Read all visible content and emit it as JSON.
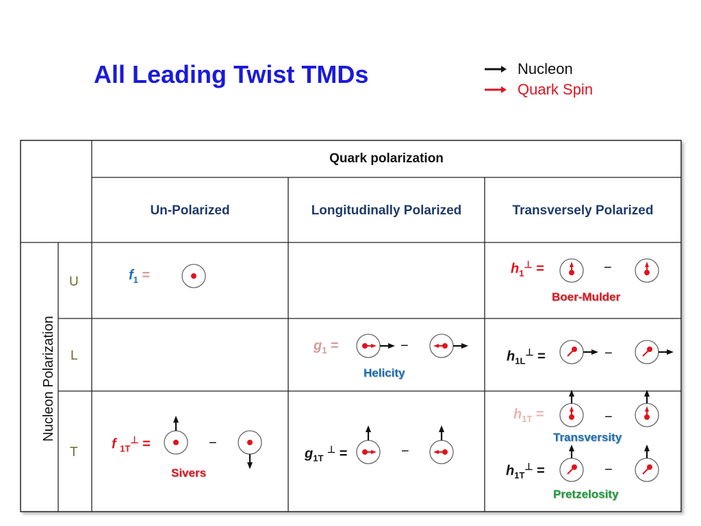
{
  "title": "All Leading Twist  TMDs",
  "legend": {
    "nucleon": "Nucleon",
    "quark_spin": "Quark Spin"
  },
  "colors": {
    "title": "#1a1adb",
    "red": "#e0141e",
    "blue": "#1a6fb5",
    "pink": "#d89a9a",
    "green": "#1e9a3a"
  },
  "table": {
    "quark_polarization": "Quark polarization",
    "col_unpolarized": "Un-Polarized",
    "col_longitudinal": "Longitudinally Polarized",
    "col_transverse": "Transversely Polarized",
    "nucleon_polarization": "Nucleon Polarization",
    "row_u": "U",
    "row_l": "L",
    "row_t": "T"
  },
  "functions": {
    "f1": {
      "sym": "f",
      "sub": "1",
      "eq": "="
    },
    "h1perp": {
      "sym": "h",
      "sub": "1",
      "sup": "⊥",
      "eq": "=",
      "name": "Boer-Mulder"
    },
    "g1": {
      "sym": "g",
      "sub": "1",
      "eq": "=",
      "name": "Helicity"
    },
    "h1Lperp": {
      "sym": "h",
      "sub": "1L",
      "sup": "⊥",
      "eq": "="
    },
    "f1Tperp": {
      "sym": "f",
      "sub": "1T",
      "sup": "⊥",
      "eq": "=",
      "name": "Sivers"
    },
    "g1Tperp": {
      "sym": "g",
      "sub": "1T",
      "sup": "⊥",
      "eq": "="
    },
    "h1T": {
      "sym": "h",
      "sub": "1T",
      "eq": "=",
      "name": "Transversity"
    },
    "h1Tperp": {
      "sym": "h",
      "sub": "1T",
      "sup": "⊥",
      "eq": "=",
      "name": "Pretzelosity"
    }
  },
  "minus": "−"
}
